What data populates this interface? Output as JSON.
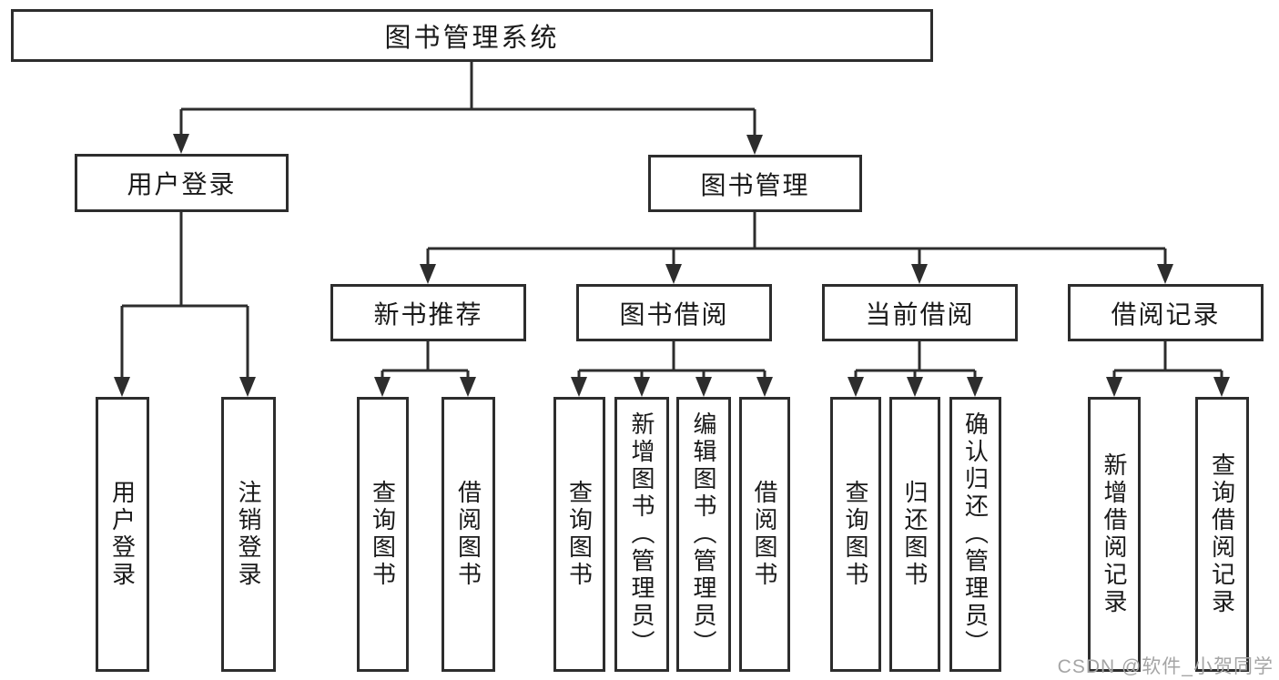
{
  "colors": {
    "background": "#ffffff",
    "line": "#2d2d2d",
    "box_border": "#2d2d2d",
    "text": "#1a1a1a",
    "watermark": "#a5a5a5"
  },
  "watermark": {
    "text": "CSDN @软件_小贺同学"
  },
  "tree": {
    "root": {
      "label": "图书管理系统"
    },
    "branches": [
      {
        "label": "用户登录",
        "children": [
          {
            "label": "用户登录"
          },
          {
            "label": "注销登录"
          }
        ]
      },
      {
        "label": "图书管理",
        "children": [
          {
            "label": "新书推荐",
            "children": [
              {
                "label": "查询图书"
              },
              {
                "label": "借阅图书"
              }
            ]
          },
          {
            "label": "图书借阅",
            "children": [
              {
                "label": "查询图书"
              },
              {
                "label": "新增图书（管理员）"
              },
              {
                "label": "编辑图书（管理员）"
              },
              {
                "label": "借阅图书"
              }
            ]
          },
          {
            "label": "当前借阅",
            "children": [
              {
                "label": "查询图书"
              },
              {
                "label": "归还图书"
              },
              {
                "label": "确认归还（管理员）"
              }
            ]
          },
          {
            "label": "借阅记录",
            "children": [
              {
                "label": "新增借阅记录"
              },
              {
                "label": "查询借阅记录"
              }
            ]
          }
        ]
      }
    ]
  }
}
